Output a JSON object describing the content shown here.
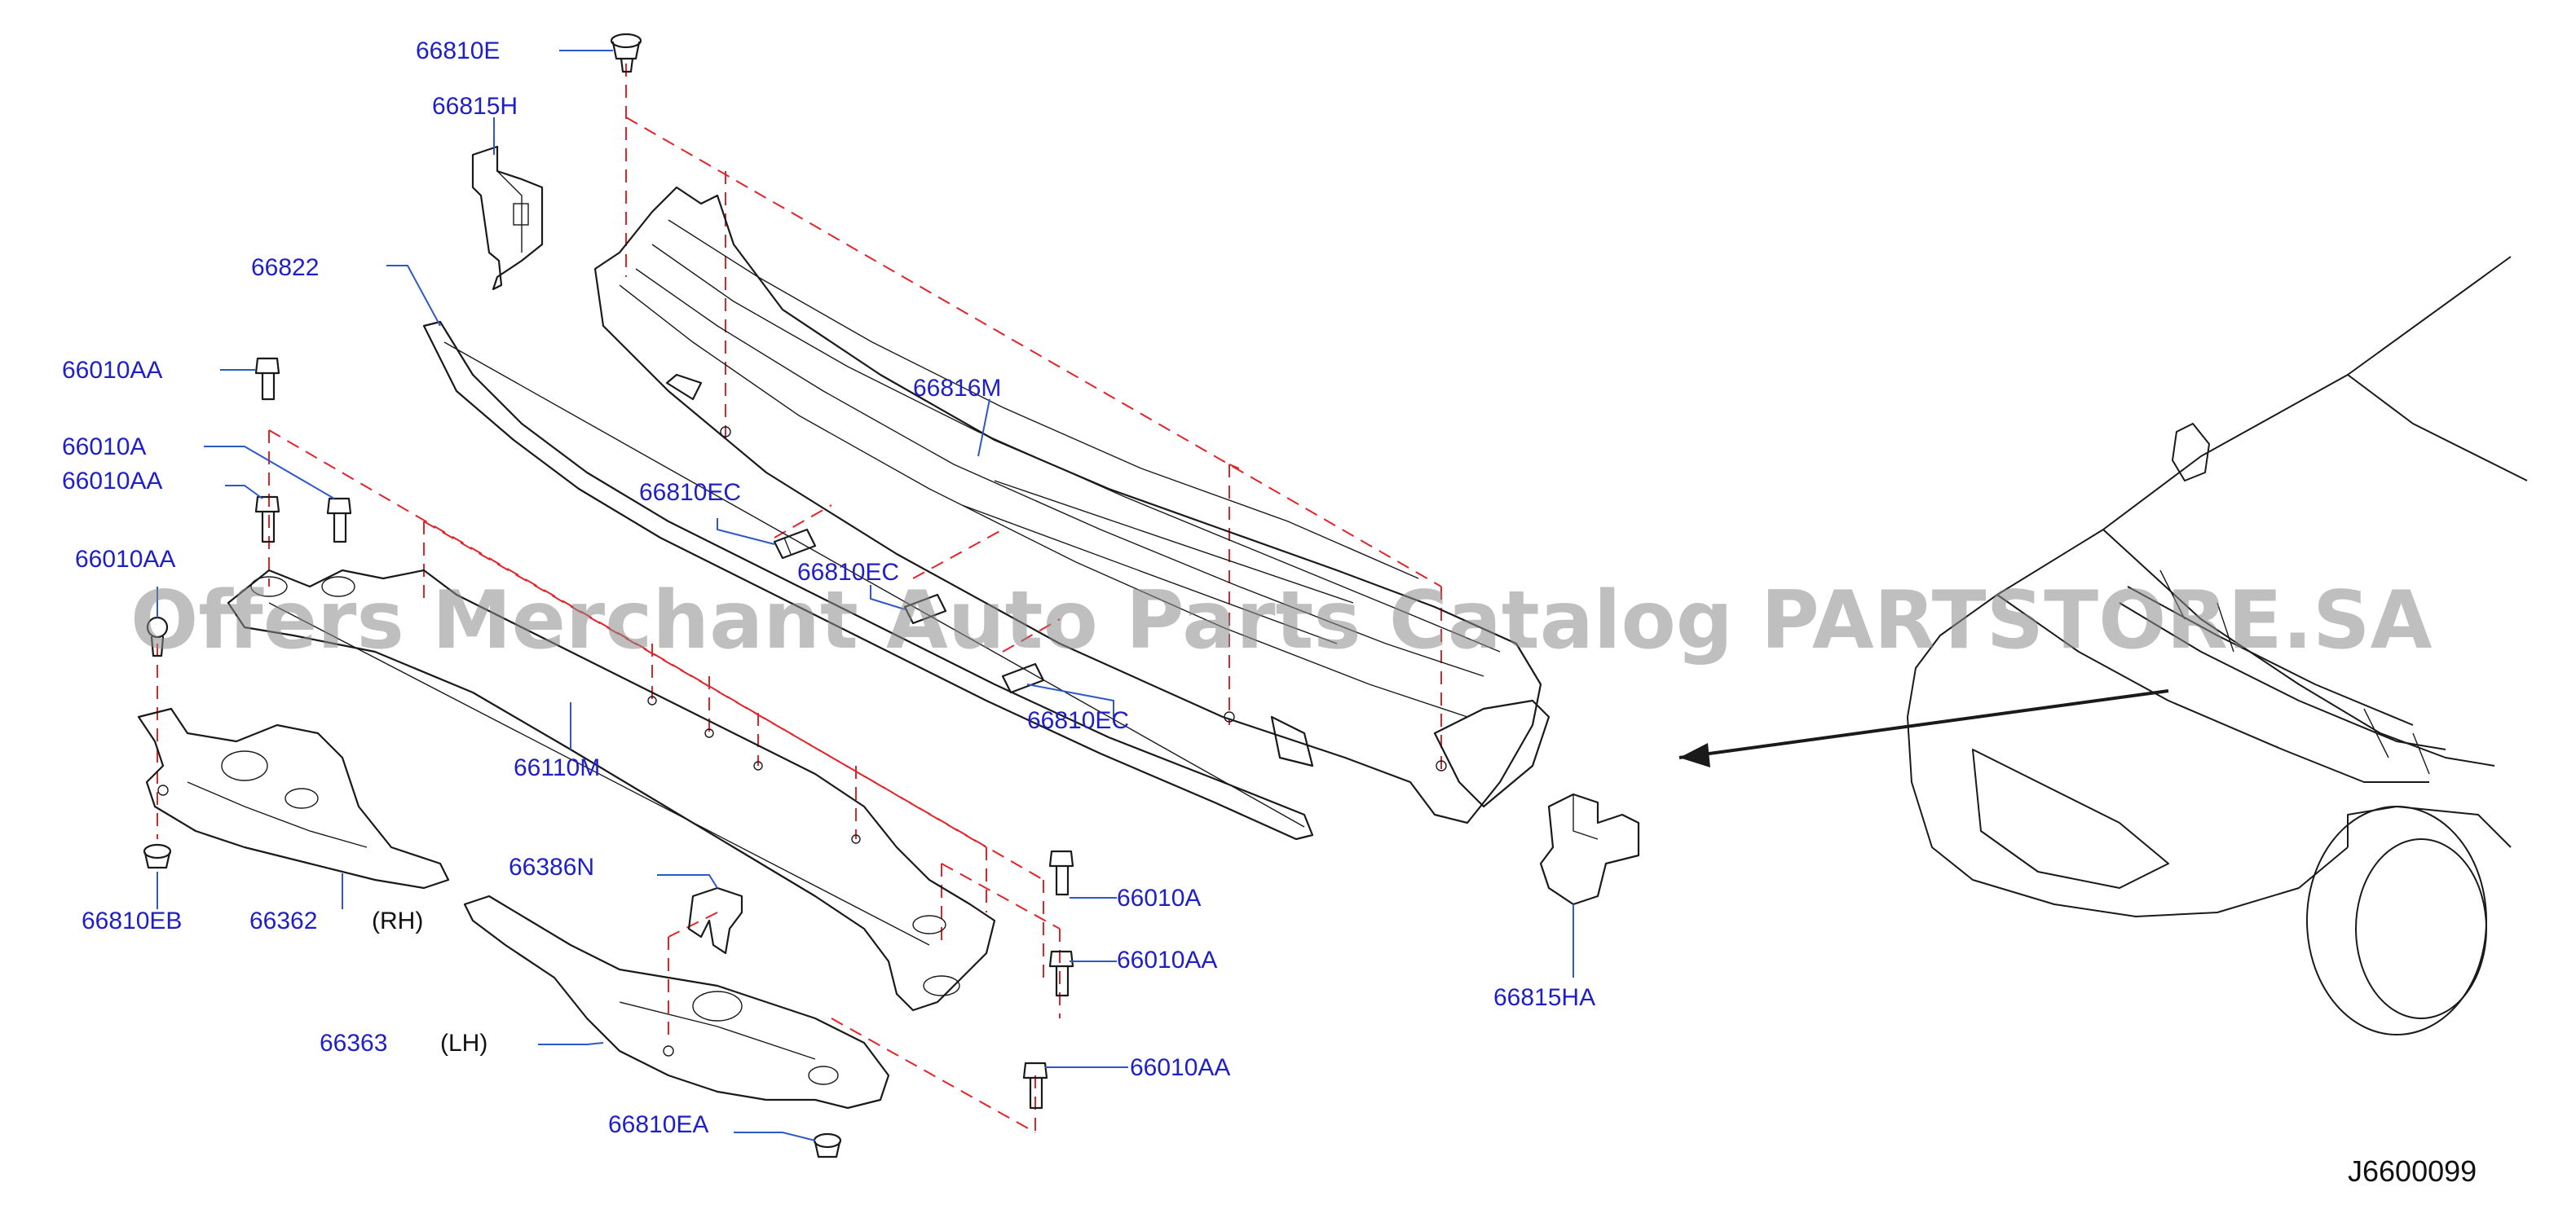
{
  "labels": {
    "p66810E": "66810E",
    "p66815H": "66815H",
    "p66822": "66822",
    "p66010AA_1": "66010AA",
    "p66010A_1": "66010A",
    "p66010AA_2": "66010AA",
    "p66010AA_3": "66010AA",
    "p66816M": "66816M",
    "p66810EC_1": "66810EC",
    "p66810EC_2": "66810EC",
    "p66810EC_3": "66810EC",
    "p66110M": "66110M",
    "p66810EB": "66810EB",
    "p66362": "66362",
    "rh": "(RH)",
    "p66386N": "66386N",
    "p66363": "66363",
    "lh": "(LH)",
    "p66810EA": "66810EA",
    "p66010A_2": "66010A",
    "p66010AA_4": "66010AA",
    "p66010AA_5": "66010AA",
    "p66815HA": "66815HA"
  },
  "watermark": "Offers Merchant Auto Parts Catalog PARTSTORE.SA",
  "diagram_ref": "J6600099",
  "colors": {
    "part_number_text": "#1f1fc8",
    "leader_line": "#2d58c8",
    "hidden_line": "#e0242a",
    "drawing_line": "#1a1a1a",
    "watermark": "#8a8a8a"
  }
}
